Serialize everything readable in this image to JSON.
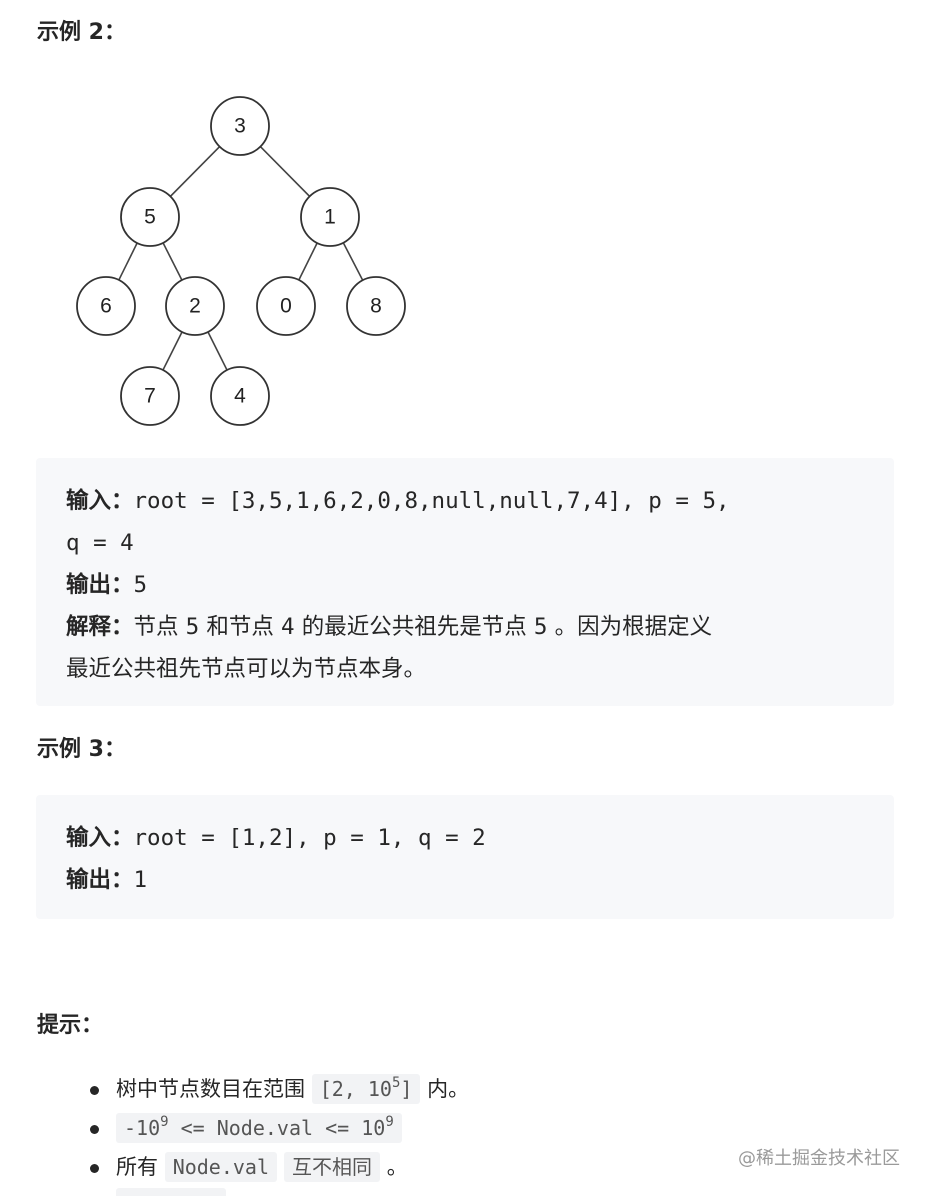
{
  "example2": {
    "heading": "示例 2：",
    "tree_nodes": [
      "3",
      "5",
      "1",
      "6",
      "2",
      "0",
      "8",
      "7",
      "4"
    ],
    "input_label": "输入：",
    "input_line1": "root = [3,5,1,6,2,0,8,null,null,7,4], p = 5,",
    "input_line2": "q = 4",
    "output_label": "输出：",
    "output_value": "5",
    "explain_label": "解释：",
    "explain_part1": "节点 ",
    "explain_num1": "5",
    "explain_part2": " 和节点 ",
    "explain_num2": "4",
    "explain_part3": " 的最近公共祖先是节点 ",
    "explain_num3": "5",
    "explain_part4": " 。因为根据定义",
    "explain_line2": "最近公共祖先节点可以为节点本身。"
  },
  "example3": {
    "heading": "示例 3：",
    "input_label": "输入：",
    "input_value": "root = [1,2], p = 1, q = 2",
    "output_label": "输出：",
    "output_value": "1"
  },
  "hints": {
    "heading": "提示：",
    "item1_prefix": "树中节点数目在范围 ",
    "item1_code_a": "[2, 10",
    "item1_code_sup": "5",
    "item1_code_b": "]",
    "item1_suffix": " 内。",
    "item2_code_a": "-10",
    "item2_code_sup1": "9",
    "item2_code_b": " <= Node.val <= 10",
    "item2_code_sup2": "9",
    "item3_prefix": "所有 ",
    "item3_code": "Node.val",
    "item3_middle": "互不相同",
    "item3_suffix": " 。"
  },
  "watermark": "@稀土掘金技术社区"
}
